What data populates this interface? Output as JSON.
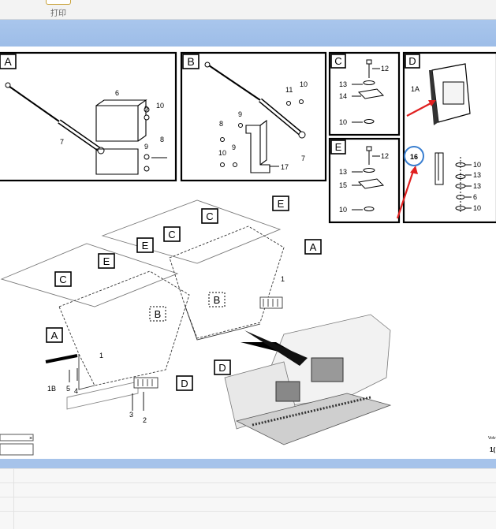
{
  "toolbar": {
    "print_label": "打印"
  },
  "diagram": {
    "panels": {
      "a": {
        "letter": "A",
        "callouts": [
          "6",
          "9",
          "10",
          "7",
          "9",
          "8"
        ]
      },
      "b": {
        "letter": "B",
        "callouts": [
          "11",
          "10",
          "9",
          "8",
          "10",
          "9",
          "7",
          "17"
        ]
      },
      "c": {
        "letter": "C",
        "callouts": [
          "12",
          "13",
          "14",
          "10"
        ]
      },
      "d": {
        "letter": "D",
        "callouts": [
          "1A",
          "16",
          "10",
          "13",
          "13",
          "6",
          "10"
        ]
      },
      "e": {
        "letter": "E",
        "callouts": [
          "12",
          "13",
          "15",
          "10"
        ]
      }
    },
    "main_callouts": {
      "c_tags": [
        "C",
        "C",
        "C"
      ],
      "e_tags": [
        "E",
        "E",
        "E"
      ],
      "a_tags": [
        "A",
        "A"
      ],
      "b_tags": [
        "B",
        "B"
      ],
      "d_tags": [
        "D",
        "D"
      ],
      "part_numbers": [
        "1",
        "1",
        "1B",
        "5",
        "4",
        "3",
        "2"
      ]
    },
    "corner_text": [
      "Volv",
      "1("
    ]
  }
}
